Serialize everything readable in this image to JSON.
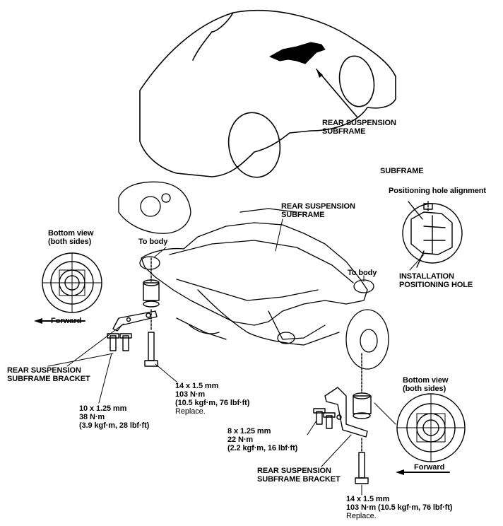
{
  "labels": {
    "subframe_top": [
      "REAR SUSPENSION",
      "SUBFRAME"
    ],
    "subframe_center": [
      "REAR SUSPENSION",
      "SUBFRAME"
    ],
    "subframe_detail": "SUBFRAME",
    "positioning_alignment": "Positioning hole alignment",
    "install_hole": [
      "INSTALLATION",
      "POSITIONING HOLE"
    ],
    "to_body_left": "To body",
    "to_body_right": "To body",
    "bottom_view_left": [
      "Bottom view",
      "(both sides)"
    ],
    "bottom_view_right": [
      "Bottom view",
      "(both sides)"
    ],
    "forward_left": "Forward",
    "forward_right": "Forward",
    "bracket_left": [
      "REAR SUSPENSION",
      "SUBFRAME BRACKET"
    ],
    "bracket_right": [
      "REAR SUSPENSION",
      "SUBFRAME BRACKET"
    ],
    "spec_10x125": [
      "10 x 1.25 mm",
      "38 N·m",
      "(3.9 kgf·m, 28 lbf·ft)"
    ],
    "spec_14x15_left": [
      "14 x 1.5 mm",
      "103 N·m",
      "(10.5 kgf·m, 76 lbf·ft)",
      "Replace."
    ],
    "spec_8x125": [
      "8 x 1.25 mm",
      "22 N·m",
      "(2.2 kgf·m, 16 lbf·ft)"
    ],
    "spec_14x15_right": [
      "14 x 1.5 mm",
      "103 N·m (10.5 kgf·m, 76 lbf·ft)",
      "Replace."
    ]
  }
}
